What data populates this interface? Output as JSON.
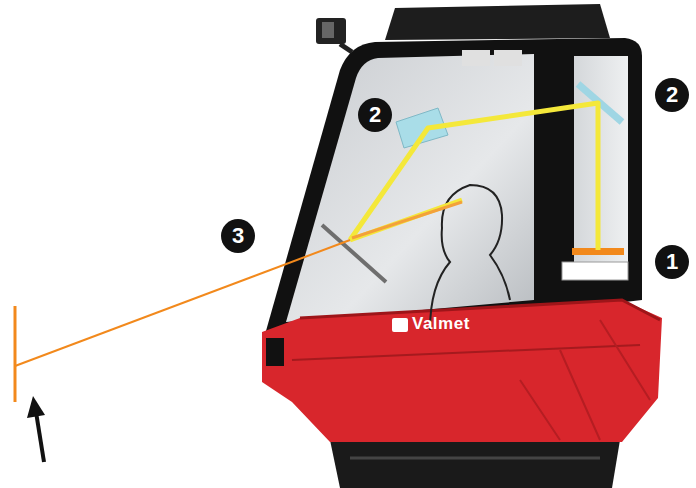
{
  "diagram": {
    "labels": [
      "2",
      "2",
      "3",
      "1",
      "Valmet"
    ]
  }
}
